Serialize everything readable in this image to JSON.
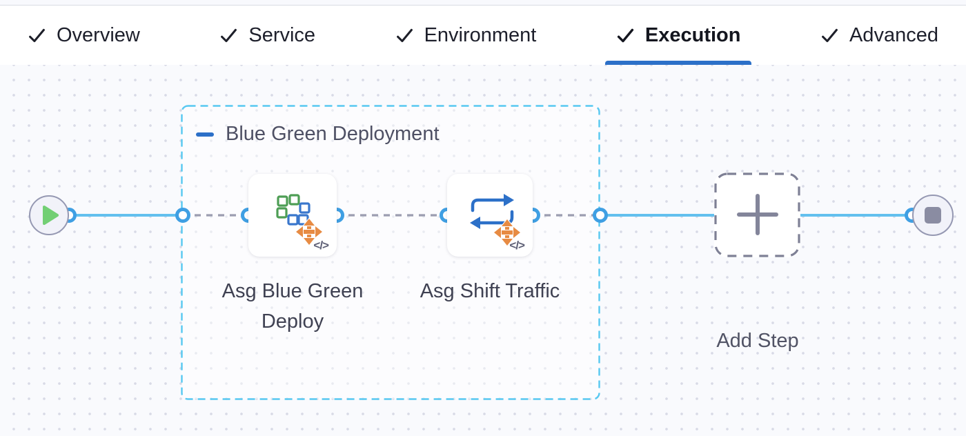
{
  "tabs": {
    "items": [
      {
        "label": "Overview",
        "checked": true,
        "active": false
      },
      {
        "label": "Service",
        "checked": true,
        "active": false
      },
      {
        "label": "Environment",
        "checked": true,
        "active": false
      },
      {
        "label": "Execution",
        "checked": true,
        "active": true
      },
      {
        "label": "Advanced",
        "checked": true,
        "active": false
      }
    ]
  },
  "canvas": {
    "group": {
      "label": "Blue Green Deployment",
      "collapse_icon": "minus-icon"
    },
    "start_node": {
      "icon": "play-icon"
    },
    "end_node": {
      "icon": "stop-icon"
    },
    "steps": [
      {
        "label": "Asg Blue Green Deploy",
        "icon": "asg-blue-green-deploy-icon",
        "overlay_icon": "move-arrows-icon",
        "code_badge": "</>"
      },
      {
        "label": "Asg Shift Traffic",
        "icon": "asg-shift-traffic-icon",
        "overlay_icon": "move-arrows-icon",
        "code_badge": "</>"
      }
    ],
    "add_step": {
      "label": "Add Step",
      "icon": "plus-icon"
    }
  },
  "colors": {
    "active_tab_underline": "#2c70c8",
    "solid_wire": "#63c0ee",
    "dashed_wire": "#9b9db0",
    "port_ring": "#3f9fe3",
    "group_border": "#57c8f1",
    "play_green": "#72cf74",
    "stop_gray": "#8a8ca2",
    "icon_green": "#4e9e55",
    "icon_blue": "#3a77cc",
    "icon_orange": "#e78b43",
    "canvas_bg": "#f9fafd"
  }
}
